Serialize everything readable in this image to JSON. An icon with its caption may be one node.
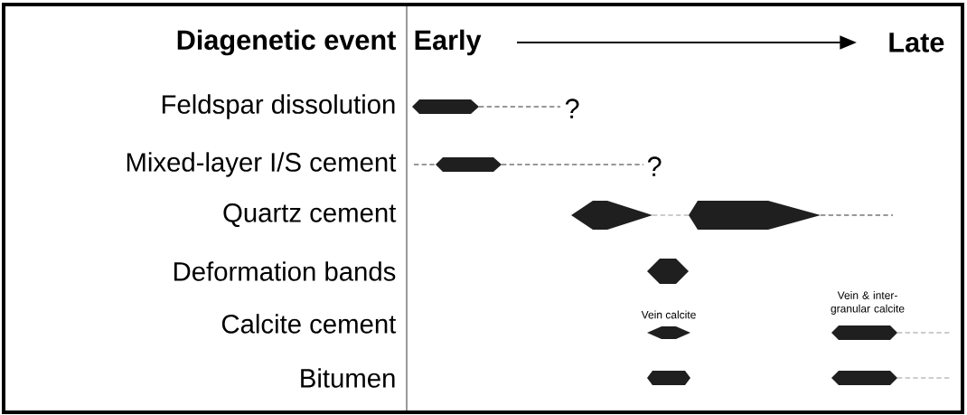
{
  "diagram": {
    "labels": [
      "Diagenetic event",
      "Early",
      "Late",
      "Feldspar dissolution",
      "?",
      "Mixed-layer I/S cement",
      "?",
      "Quartz cement",
      "Deformation bands",
      "Vein & inter-granular calcite",
      "Vein calcite",
      "Calcite cement",
      "Bitumen"
    ]
  }
}
